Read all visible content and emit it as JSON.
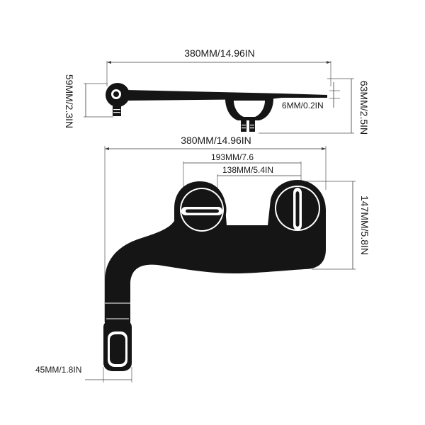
{
  "colors": {
    "body": "#151515",
    "line": "#3a3a3a",
    "background": "#ffffff"
  },
  "top_view": {
    "width_label": "380MM/14.96IN",
    "left_height_label": "59MM/2.3IN",
    "right_height_label": "63MM/2.5IN",
    "thickness_label": "6MM/0.2IN"
  },
  "front_view": {
    "width_label": "380MM/14.96IN",
    "knob_span_label": "193MM/7.6",
    "knob_spacing_label": "138MM/5.4IN",
    "height_label": "147MM/5.8IN",
    "nozzle_label": "45MM/1.8IN"
  }
}
